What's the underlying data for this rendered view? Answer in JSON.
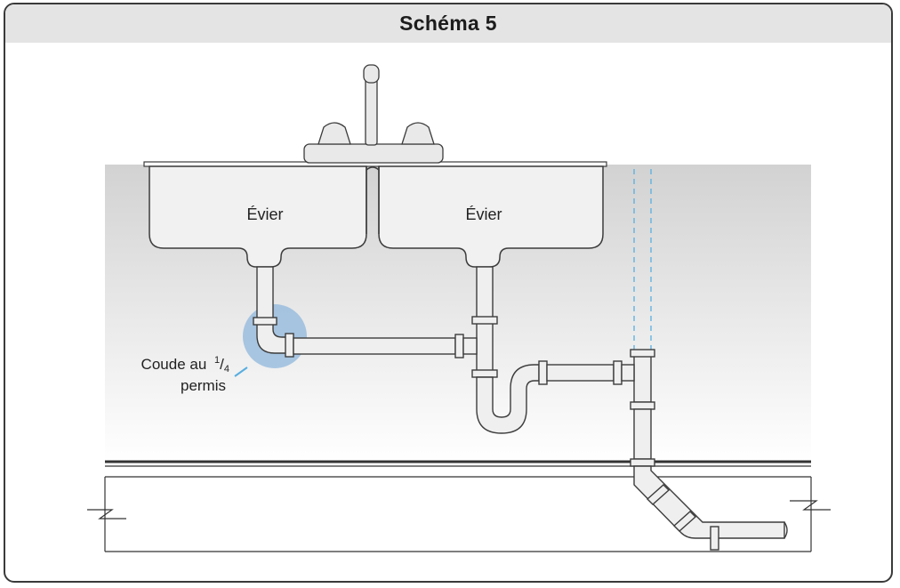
{
  "title": "Schéma 5",
  "labels": {
    "sink_left": "Évier",
    "sink_right": "Évier",
    "callout_line1_prefix": "Coude au",
    "callout_fraction_num": "1",
    "callout_fraction_den": "4",
    "callout_line2": "permis"
  },
  "colors": {
    "pipe_fill": "#efefef",
    "pipe_stroke": "#3c3c3c",
    "wall_gradient_top": "#d3d3d3",
    "wall_gradient_bottom": "#ffffff",
    "highlight": "#8fb7dc",
    "vent_dash": "#57aee0",
    "title_bar": "#e4e4e4"
  }
}
